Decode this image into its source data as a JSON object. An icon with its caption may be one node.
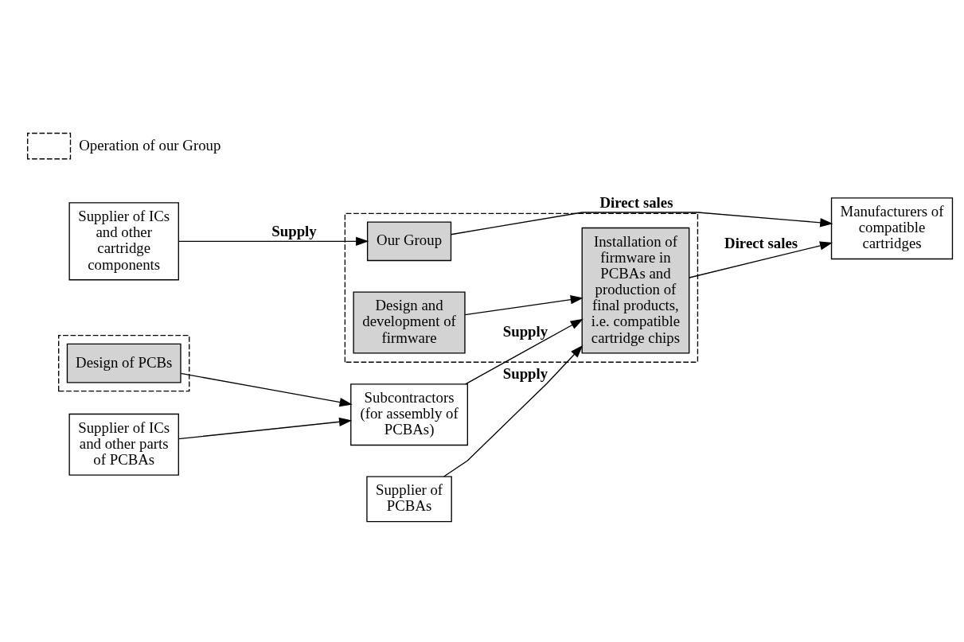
{
  "diagram": {
    "nodes": [
      {
        "text": [],
        "shape": "box"
      },
      {
        "text": [
          "Design of PCBs"
        ],
        "in": 0
      },
      {
        "text": [
          "Supplier of ICs and other parts of PCBAs"
        ]
      },
      {
        "text": [
          "Subcontractors (for assembly of PCBAs)"
        ]
      },
      {
        "text": [
          "Supplier of PCBAs"
        ]
      },
      {
        "text": [],
        "shape": "box"
      },
      {
        "text": [
          "Design and development of firmware"
        ],
        "in": 5
      },
      {
        "text": [
          "Installation of firmware in PCBAs and production of final products, i.e. compatible cartridge chips"
        ],
        "in": 5
      },
      {
        "text": [
          "Manufacturers of compatible cartridges"
        ]
      },
      {
        "text": [
          "Supplier of ICs and other cartridge components"
        ]
      },
      {
        "text": [
          "Our Group"
        ],
        "in": 5
      }
    ],
    "edges": [
      {
        "from": 1,
        "to": 3,
        "arrow": "to"
      },
      {
        "from": 2,
        "to": 3,
        "arrow": "to"
      },
      {
        "from": 3,
        "to": 7,
        "arrow": "to",
        "label": "Supply"
      },
      {
        "from": 4,
        "to": 7,
        "arrow": "to",
        "label": "Supply"
      },
      {
        "from": 6,
        "to": 7,
        "arrow": "to"
      },
      {
        "from": 7,
        "to": 8,
        "arrow": "to",
        "label": "Direct sales"
      },
      {
        "from": 9,
        "to": 10,
        "arrow": "to",
        "label": "Supply"
      },
      {
        "from": 10,
        "to": 8,
        "arrow": "to",
        "label": "Direct sales"
      }
    ],
    "legend": [
      {
        "text": "Operation of our Group"
      }
    ]
  }
}
